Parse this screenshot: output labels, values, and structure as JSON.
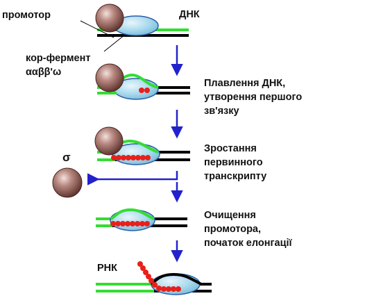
{
  "labels": {
    "promoter": "промотор",
    "dna": "ДНК",
    "core_enzyme_line1": "кор-фермент",
    "core_enzyme_line2": "ααββ'ω",
    "sigma": "σ",
    "rna": "РНК"
  },
  "steps": [
    {
      "line1": "Плавлення ДНК,",
      "line2": "утворення першого",
      "line3": "зв'язку"
    },
    {
      "line1": "Зростання",
      "line2": "первинного",
      "line3": "транскрипту"
    },
    {
      "line1": "Очищення",
      "line2": "промотора,",
      "line3": "початок елонгації"
    }
  ],
  "colors": {
    "dna_template": "#000000",
    "dna_coding": "#33dd33",
    "polymerase_fill": "#9fd3ea",
    "polymerase_outline": "#2a5da8",
    "sigma_factor": "#7b4a45",
    "rna": "#e8201b",
    "arrow": "#2222cc"
  }
}
